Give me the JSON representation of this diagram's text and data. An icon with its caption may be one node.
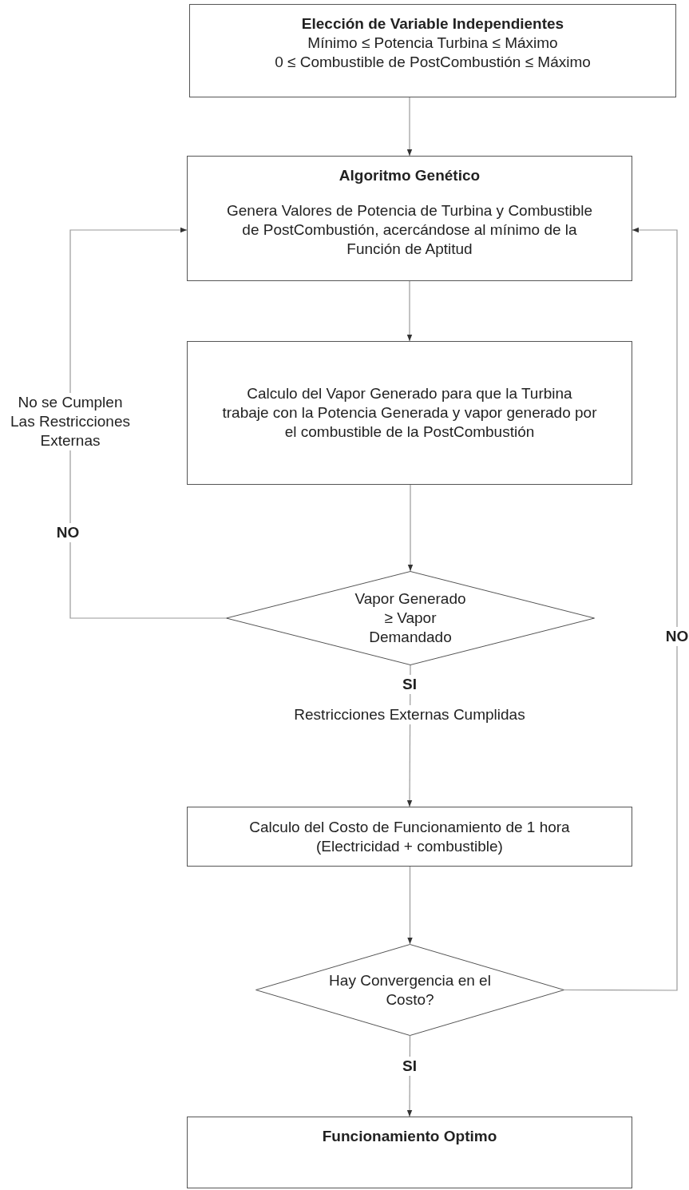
{
  "diagram": {
    "nodes": [
      {
        "text": [
          "Elección de Variable Independientes",
          "Mínimo ≤ Potencia Turbina ≤ Máximo",
          "0 ≤ Combustible de PostCombustión ≤ Máximo"
        ]
      },
      {
        "text": [
          "Algoritmo Genético",
          "Genera Valores de Potencia de Turbina y Combustible de PostCombustión, acercándose al mínimo de la Función de Aptitud"
        ]
      },
      {
        "text": [
          "Calculo del Vapor Generado para que la Turbina trabaje con la Potencia Generada y vapor generado por el combustible de la PostCombustión"
        ]
      },
      {
        "text": [
          "Vapor Generado ≥ Vapor Demandado"
        ]
      },
      {
        "text": [
          "Calculo del Costo de Funcionamiento de 1 hora (Electricidad + combustible)"
        ]
      },
      {
        "text": [
          "Hay Convergencia en el Costo?"
        ]
      },
      {
        "text": [
          "Funcionamiento Optimo"
        ]
      }
    ],
    "edges": [
      {
        "from": 0,
        "to": 1,
        "arrow": "to"
      },
      {
        "from": 1,
        "to": 2,
        "arrow": "to"
      },
      {
        "from": 2,
        "to": 3,
        "arrow": "to"
      },
      {
        "from": 3,
        "to": 1,
        "arrow": "to",
        "label": "NO"
      },
      {
        "from": 3,
        "to": 4,
        "arrow": "to",
        "label": "SI"
      },
      {
        "from": 4,
        "to": 5,
        "arrow": "to"
      },
      {
        "from": 5,
        "to": 1,
        "arrow": "to",
        "label": "NO"
      },
      {
        "from": 5,
        "to": 6,
        "arrow": "to",
        "label": "SI"
      }
    ],
    "labels": [
      "No se Cumplen Las Restricciones Externas",
      "Restricciones Externas Cumplidas"
    ]
  }
}
